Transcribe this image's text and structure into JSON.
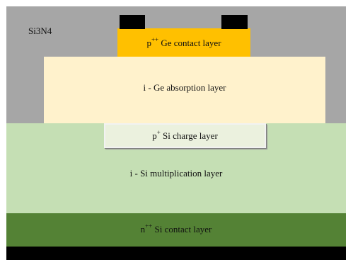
{
  "layers": {
    "si3n4": {
      "label": "Si3N4"
    },
    "ge_contact": {
      "label_prefix": "p",
      "label_sup": "++",
      "label_suffix": " Ge contact layer"
    },
    "ge_absorption": {
      "label": "i - Ge absorption layer"
    },
    "si_charge": {
      "label_prefix": "p",
      "label_sup": "+",
      "label_suffix": " Si charge layer"
    },
    "si_multiplication": {
      "label": "i - Si multiplication layer"
    },
    "si_contact": {
      "label_prefix": "n",
      "label_sup": "++",
      "label_suffix": " Si contact layer"
    }
  },
  "colors": {
    "si3n4": "#a6a6a6",
    "ge_contact": "#ffc000",
    "ge_absorption": "#fff2cc",
    "si_charge": "#ebf1de",
    "si_multiplication": "#c5dfb4",
    "si_contact": "#548235",
    "electrodes": "#000000",
    "substrate": "#000000"
  }
}
